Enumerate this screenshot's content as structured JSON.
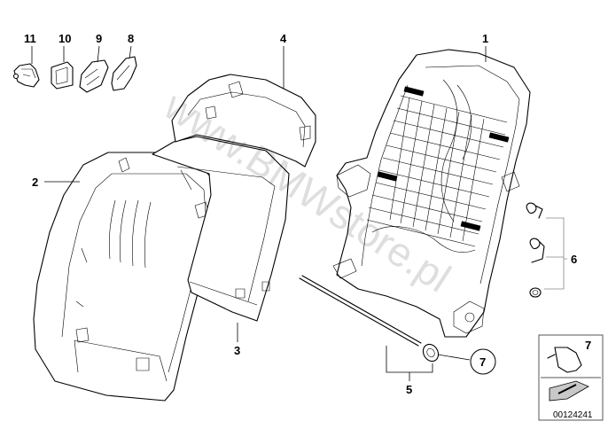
{
  "diagram": {
    "callouts": {
      "c1": "1",
      "c2": "2",
      "c3": "3",
      "c4": "4",
      "c5": "5",
      "c6": "6",
      "c7_circle": "7",
      "c7_box": "7",
      "c8": "8",
      "c9": "9",
      "c10": "10",
      "c11": "11"
    },
    "watermark": "www.BMWstore.pl",
    "part_number": "00124241"
  }
}
